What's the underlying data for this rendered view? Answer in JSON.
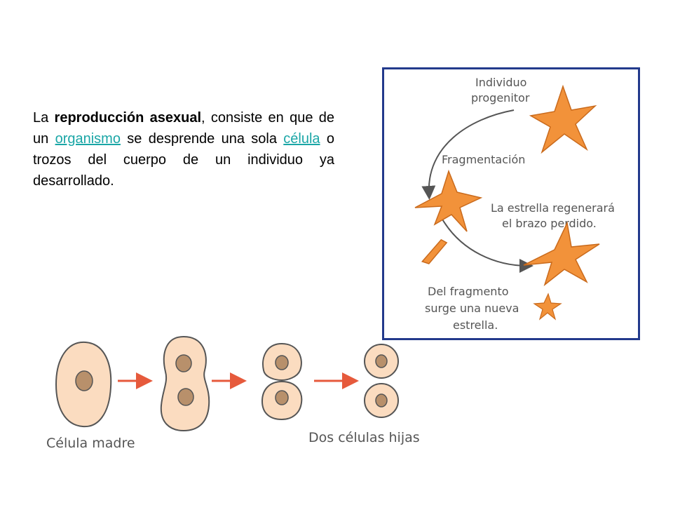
{
  "paragraph": {
    "part1": "La ",
    "bold": "reproducción asexual",
    "part2": ", consiste en que de un ",
    "link1": "organismo",
    "part3": " se desprende una sola ",
    "link2": "célula",
    "part4": " o trozos del cuerpo de un individuo ya desarrollado."
  },
  "starfish_diagram": {
    "label_parent_line1": "Individuo",
    "label_parent_line2": "progenitor",
    "label_fragmentation": "Fragmentación",
    "label_regenerate_line1": "La estrella regenerará",
    "label_regenerate_line2": "el brazo perdido.",
    "label_fragment_line1": "Del fragmento",
    "label_fragment_line2": "surge una nueva",
    "label_fragment_line3": "estrella.",
    "starfish_color": "#f2923a",
    "border_color": "#233a8c"
  },
  "cell_division": {
    "label_mother": "Célula madre",
    "label_daughters": "Dos células hijas",
    "cell_fill": "#fbdcc0",
    "nucleus_fill": "#b8906b",
    "arrow_color": "#e65a3c"
  }
}
